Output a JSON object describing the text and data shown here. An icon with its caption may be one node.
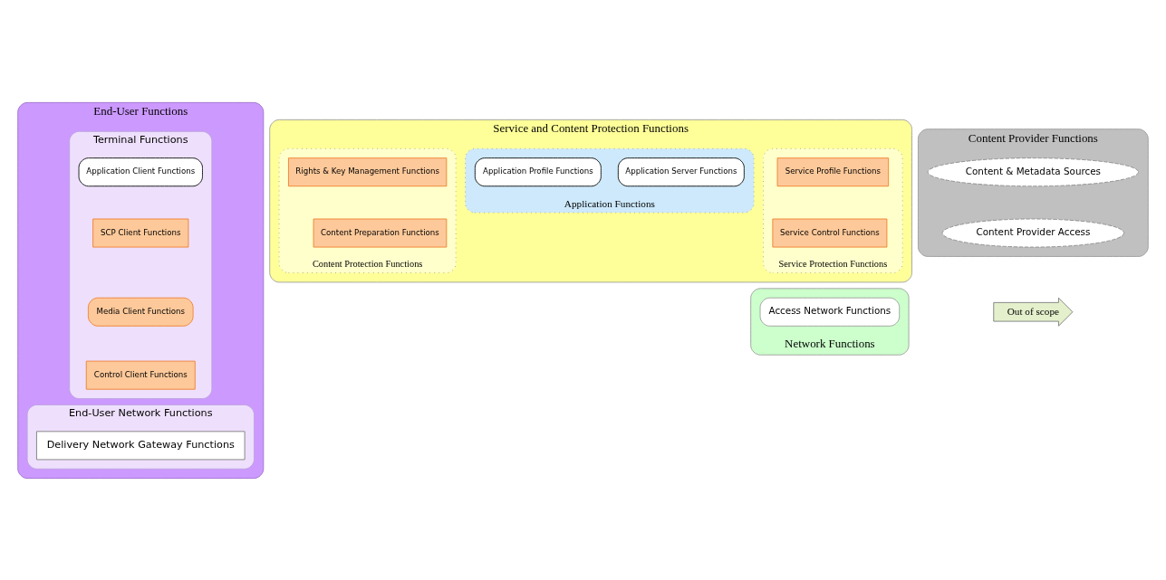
{
  "diagram": {
    "nodes": [
      {
        "text": [
          "End-User Functions"
        ]
      },
      {
        "text": [
          "Terminal Functions"
        ],
        "in": 0
      },
      {
        "text": [
          "Application Client Functions"
        ],
        "in": 1
      },
      {
        "text": [
          "SCP Client Functions"
        ],
        "in": 1
      },
      {
        "text": [
          "Media Client Functions"
        ],
        "in": 1
      },
      {
        "text": [
          "Control Client Functions"
        ],
        "in": 1
      },
      {
        "text": [
          "End-User Network Functions"
        ],
        "in": 0
      },
      {
        "text": [
          "Delivery Network Gateway Functions"
        ],
        "in": 6
      },
      {
        "text": [
          "Service and Content Protection Functions"
        ]
      },
      {
        "text": [
          "Application Functions"
        ],
        "in": 8
      },
      {
        "text": [
          "Application Server Functions"
        ],
        "in": 9
      },
      {
        "text": [
          "Application Profile Functions"
        ],
        "in": 9
      },
      {
        "text": [
          "Service Protection Functions"
        ],
        "in": 8
      },
      {
        "text": [
          "Service Control Functions"
        ],
        "in": 12
      },
      {
        "text": [
          "Service Profile Functions"
        ],
        "in": 12
      },
      {
        "text": [
          "Content Protection Functions"
        ],
        "in": 8
      },
      {
        "text": [
          "Content Preparation Functions"
        ],
        "in": 15
      },
      {
        "text": [
          "Rights & Key Management Functions"
        ],
        "in": 15
      },
      {
        "text": [
          "Network Functions"
        ]
      },
      {
        "text": [
          "Access Network Functions"
        ],
        "in": 18
      },
      {
        "text": [
          "Content Provider Functions"
        ]
      },
      {
        "text": [
          "Content & Metadata Sources"
        ],
        "in": 20
      },
      {
        "text": [
          "Content Provider Access"
        ],
        "in": 20
      },
      {
        "text": [
          "Out of scope"
        ]
      }
    ],
    "edges": []
  }
}
